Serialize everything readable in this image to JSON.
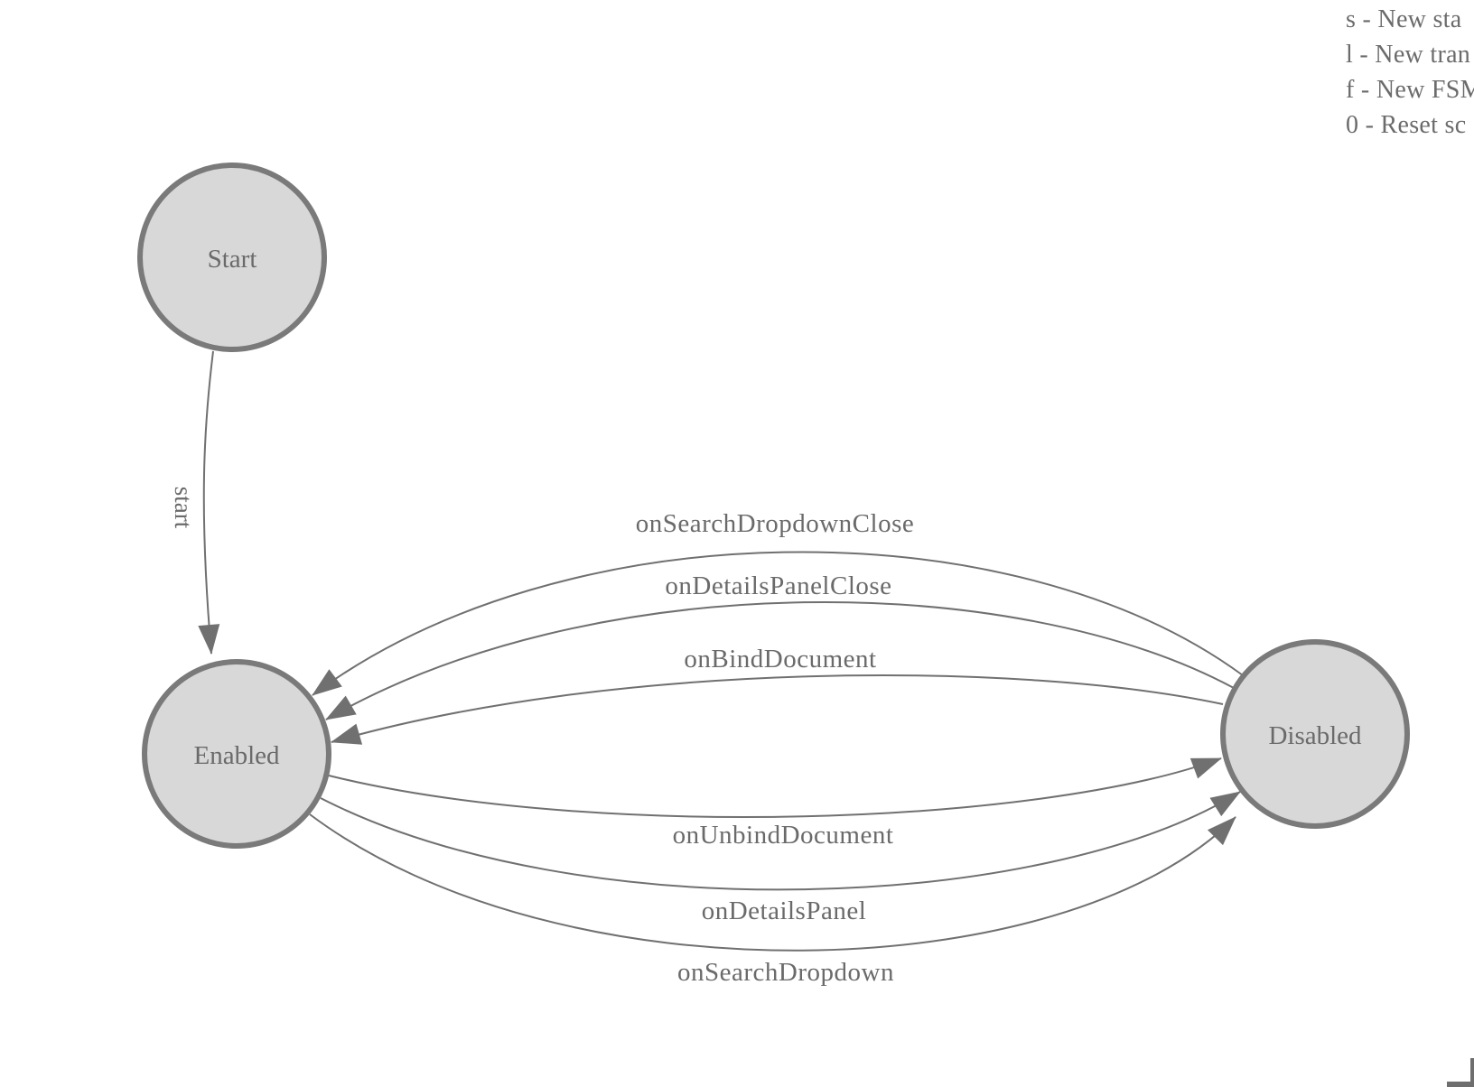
{
  "diagram": {
    "kind": "finite-state-machine",
    "colors": {
      "node_fill": "#d8d8d8",
      "node_stroke": "#7a7a7a",
      "edge_stroke": "#707070",
      "label_text": "#6a6a6a",
      "legend_text": "#6b6b6b",
      "corner_handle": "#6e6e6e",
      "background": "#ffffff"
    },
    "nodes": {
      "start": {
        "label": "Start"
      },
      "enabled": {
        "label": "Enabled"
      },
      "disabled": {
        "label": "Disabled"
      }
    },
    "edges": {
      "start": {
        "label": "start",
        "from": "Start",
        "to": "Enabled"
      },
      "onSearchDropdownClose": {
        "label": "onSearchDropdownClose",
        "from": "Disabled",
        "to": "Enabled"
      },
      "onDetailsPanelClose": {
        "label": "onDetailsPanelClose",
        "from": "Disabled",
        "to": "Enabled"
      },
      "onBindDocument": {
        "label": "onBindDocument",
        "from": "Disabled",
        "to": "Enabled"
      },
      "onUnbindDocument": {
        "label": "onUnbindDocument",
        "from": "Enabled",
        "to": "Disabled"
      },
      "onDetailsPanel": {
        "label": "onDetailsPanel",
        "from": "Enabled",
        "to": "Disabled"
      },
      "onSearchDropdown": {
        "label": "onSearchDropdown",
        "from": "Enabled",
        "to": "Disabled"
      }
    }
  },
  "legend": {
    "lines": [
      "s - New sta",
      "l - New tran",
      "f - New FSM",
      "0 - Reset sc"
    ]
  }
}
